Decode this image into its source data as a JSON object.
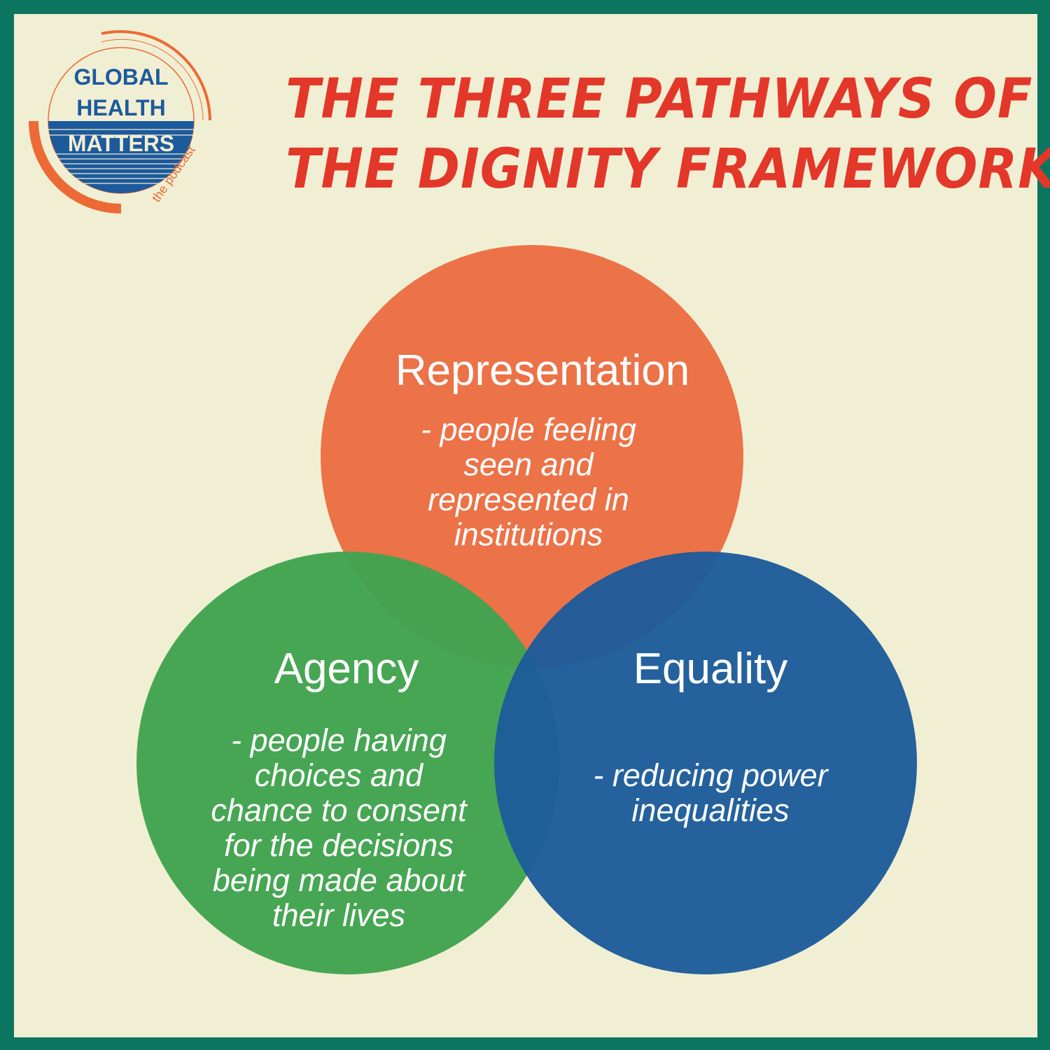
{
  "logo": {
    "line1": "GLOBAL",
    "line2": "HEALTH",
    "line3": "MATTERS",
    "tagline": "the podcast"
  },
  "title": {
    "line1": "THE THREE PATHWAYS OF",
    "line2": "THE DIGNITY FRAMEWORK"
  },
  "colors": {
    "border": "#0b7560",
    "background": "#f1efd3",
    "title": "#e3372a",
    "representation": "#ec7248",
    "agency": "#41a34f",
    "equality": "#1c5c9a"
  },
  "pathways": {
    "representation": {
      "name": "Representation",
      "desc": [
        "- people feeling",
        "seen and",
        "represented in",
        "institutions"
      ]
    },
    "agency": {
      "name": "Agency",
      "desc": [
        "- people having",
        "choices and",
        "chance to consent",
        "for the decisions",
        "being made about",
        "their lives"
      ]
    },
    "equality": {
      "name": "Equality",
      "desc": [
        "- reducing power",
        "inequalities"
      ]
    }
  }
}
